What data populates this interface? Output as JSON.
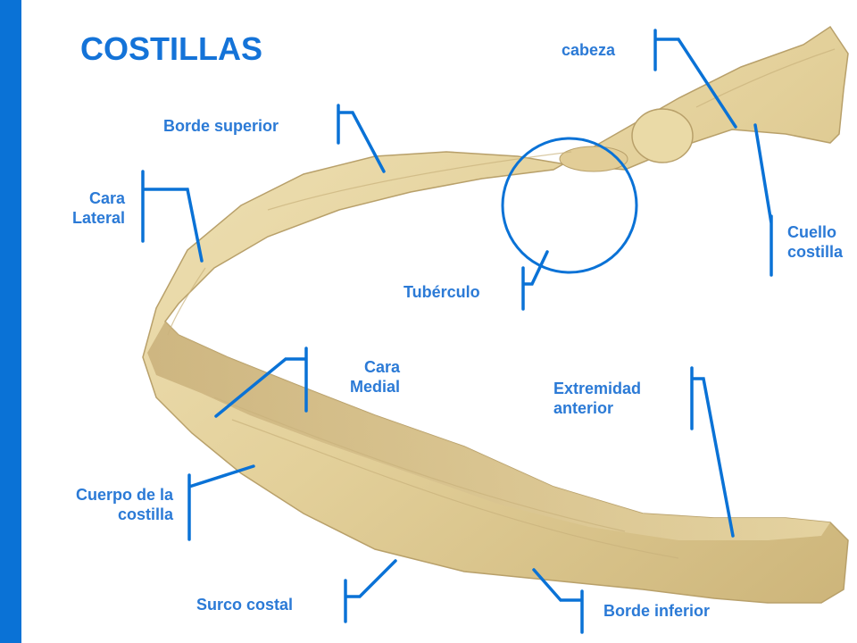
{
  "slide": {
    "title": "COSTILLAS",
    "accent_color": "#0A72D6",
    "title_color": "#1473D8",
    "label_color": "#2B7AD6",
    "bone_color": "#E8D9A8"
  },
  "labels": {
    "cabeza": "cabeza",
    "borde_superior": "Borde superior",
    "cara_lateral_1": "Cara",
    "cara_lateral_2": "Lateral",
    "cuello_1": "Cuello",
    "cuello_2": "costilla",
    "tuberculo": "Tubérculo",
    "cara_medial_1": "Cara",
    "cara_medial_2": "Medial",
    "extremidad_1": "Extremidad",
    "extremidad_2": "anterior",
    "cuerpo_1": "Cuerpo de la",
    "cuerpo_2": "costilla",
    "surco_costal": "Surco costal",
    "borde_inferior": "Borde inferior"
  }
}
